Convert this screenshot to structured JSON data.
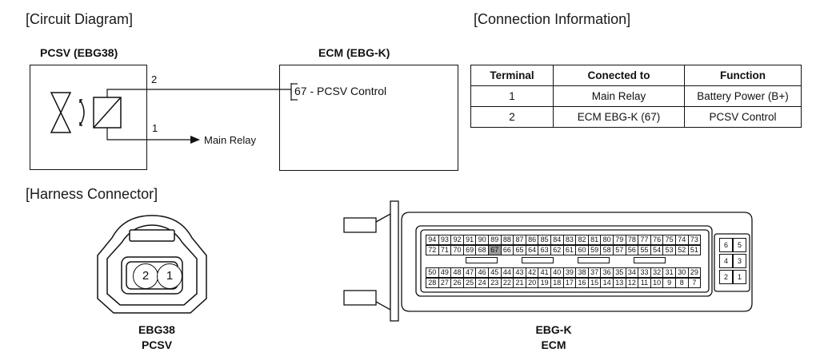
{
  "sections": {
    "circuit": "[Circuit Diagram]",
    "connection": "[Connection Information]",
    "harness": "[Harness Connector]"
  },
  "circuit": {
    "pcsv_title": "PCSV (EBG38)",
    "ecm_title": "ECM (EBG-K)",
    "pin2": "2",
    "pin1": "1",
    "ecm_signal": "67 - PCSV Control",
    "main_relay": "Main Relay"
  },
  "table": {
    "headers": [
      "Terminal",
      "Conected to",
      "Function"
    ],
    "rows": [
      [
        "1",
        "Main Relay",
        "Battery Power (B+)"
      ],
      [
        "2",
        "ECM EBG-K (67)",
        "PCSV Control"
      ]
    ]
  },
  "harness": {
    "pcsv_pins": [
      "2",
      "1"
    ],
    "pcsv_code": "EBG38",
    "pcsv_name": "PCSV",
    "ecm_code": "EBG-K",
    "ecm_name": "ECM",
    "ecm_rows": [
      [
        "94",
        "93",
        "92",
        "91",
        "90",
        "89",
        "88",
        "87",
        "86",
        "85",
        "84",
        "83",
        "82",
        "81",
        "80",
        "79",
        "78",
        "77",
        "76",
        "75",
        "74",
        "73"
      ],
      [
        "72",
        "71",
        "70",
        "69",
        "68",
        "67",
        "66",
        "65",
        "64",
        "63",
        "62",
        "61",
        "60",
        "59",
        "58",
        "57",
        "56",
        "55",
        "54",
        "53",
        "52",
        "51"
      ],
      [
        "50",
        "49",
        "48",
        "47",
        "46",
        "45",
        "44",
        "43",
        "42",
        "41",
        "40",
        "39",
        "38",
        "37",
        "36",
        "35",
        "34",
        "33",
        "32",
        "31",
        "30",
        "29"
      ],
      [
        "28",
        "27",
        "26",
        "25",
        "24",
        "23",
        "22",
        "21",
        "20",
        "19",
        "18",
        "17",
        "16",
        "15",
        "14",
        "13",
        "12",
        "11",
        "10",
        "9",
        "8",
        "7"
      ]
    ],
    "ecm_small": [
      [
        "6",
        "5"
      ],
      [
        "4",
        "3"
      ],
      [
        "2",
        "1"
      ]
    ],
    "highlight_pin": "67"
  }
}
